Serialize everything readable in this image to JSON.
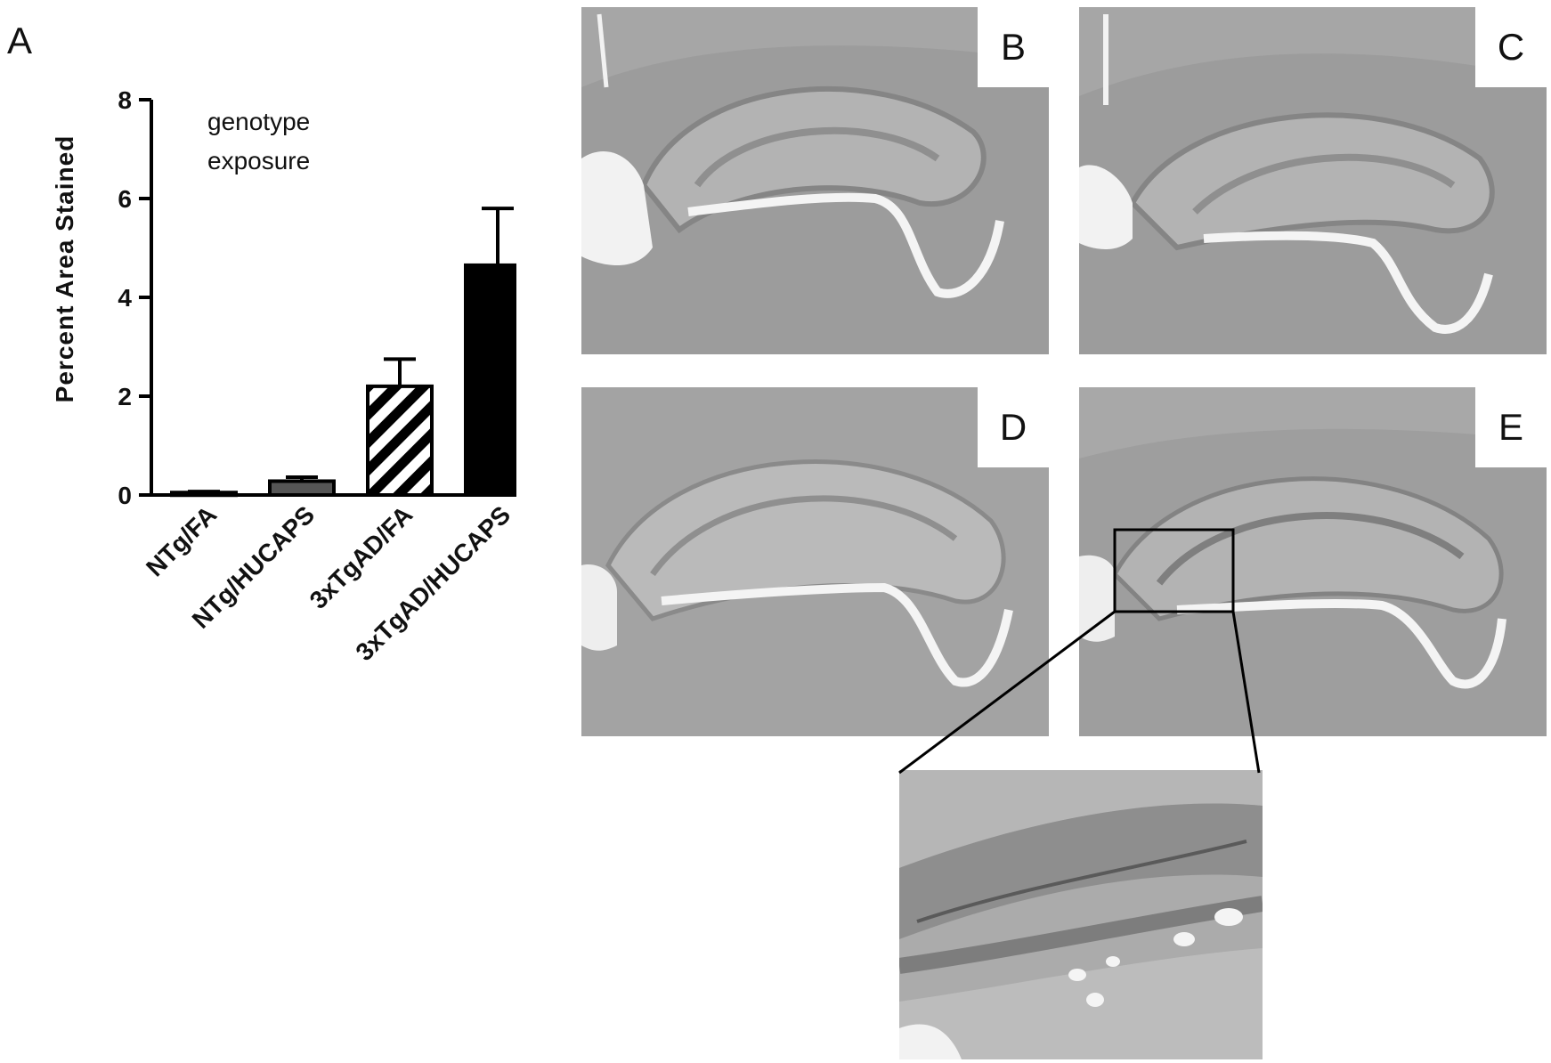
{
  "panels": {
    "A": "A",
    "B": "B",
    "C": "C",
    "D": "D",
    "E": "E"
  },
  "chart_data": {
    "type": "bar",
    "categories": [
      "NTg/FA",
      "NTg/HUCAPS",
      "3xTgAD/FA",
      "3xTgAD/HUCAPS"
    ],
    "values": [
      0.05,
      0.28,
      2.2,
      4.65
    ],
    "errors": [
      0.02,
      0.08,
      0.55,
      1.15
    ],
    "fills": [
      "white",
      "#555555",
      "hatch",
      "#000000"
    ],
    "ylabel": "Percent Area Stained",
    "yticks": [
      0,
      2,
      4,
      6,
      8
    ],
    "ylim": [
      0,
      8
    ],
    "annotations": [
      "genotype",
      "exposure"
    ]
  }
}
